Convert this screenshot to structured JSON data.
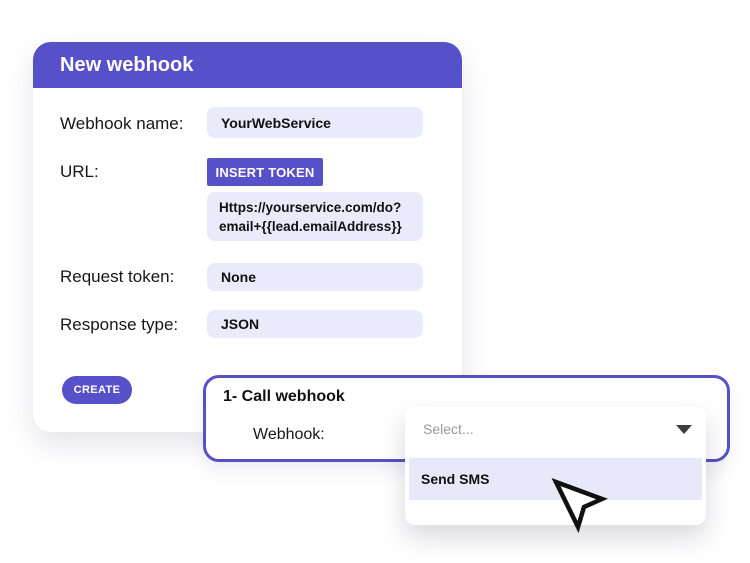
{
  "colors": {
    "purple": "#5651c8",
    "field_bg": "#e9ebfa",
    "highlight_row_bg": "#e7e9f8",
    "placeholder_gray": "#97979c",
    "text": "#111111"
  },
  "icons": {
    "dropdown_arrow": "triangle-down",
    "cursor": "arrow-pointer"
  },
  "webhook_card": {
    "title": "New webhook",
    "name_label": "Webhook name:",
    "name_value": "YourWebService",
    "url_label": "URL:",
    "insert_token_button": "INSERT TOKEN",
    "url_value_lines": [
      "Https://yourservice.com/do?",
      "email+{{lead.emailAddress}}"
    ],
    "request_token_label": "Request token:",
    "request_token_value": "None",
    "response_type_label": "Response type:",
    "response_type_value": "JSON",
    "create_button": "CREATE"
  },
  "step_panel": {
    "title": "1- Call webhook",
    "field_label": "Webhook:"
  },
  "dropdown": {
    "placeholder": "Select...",
    "options": [
      {
        "label": "Send SMS",
        "highlighted": true
      }
    ]
  }
}
